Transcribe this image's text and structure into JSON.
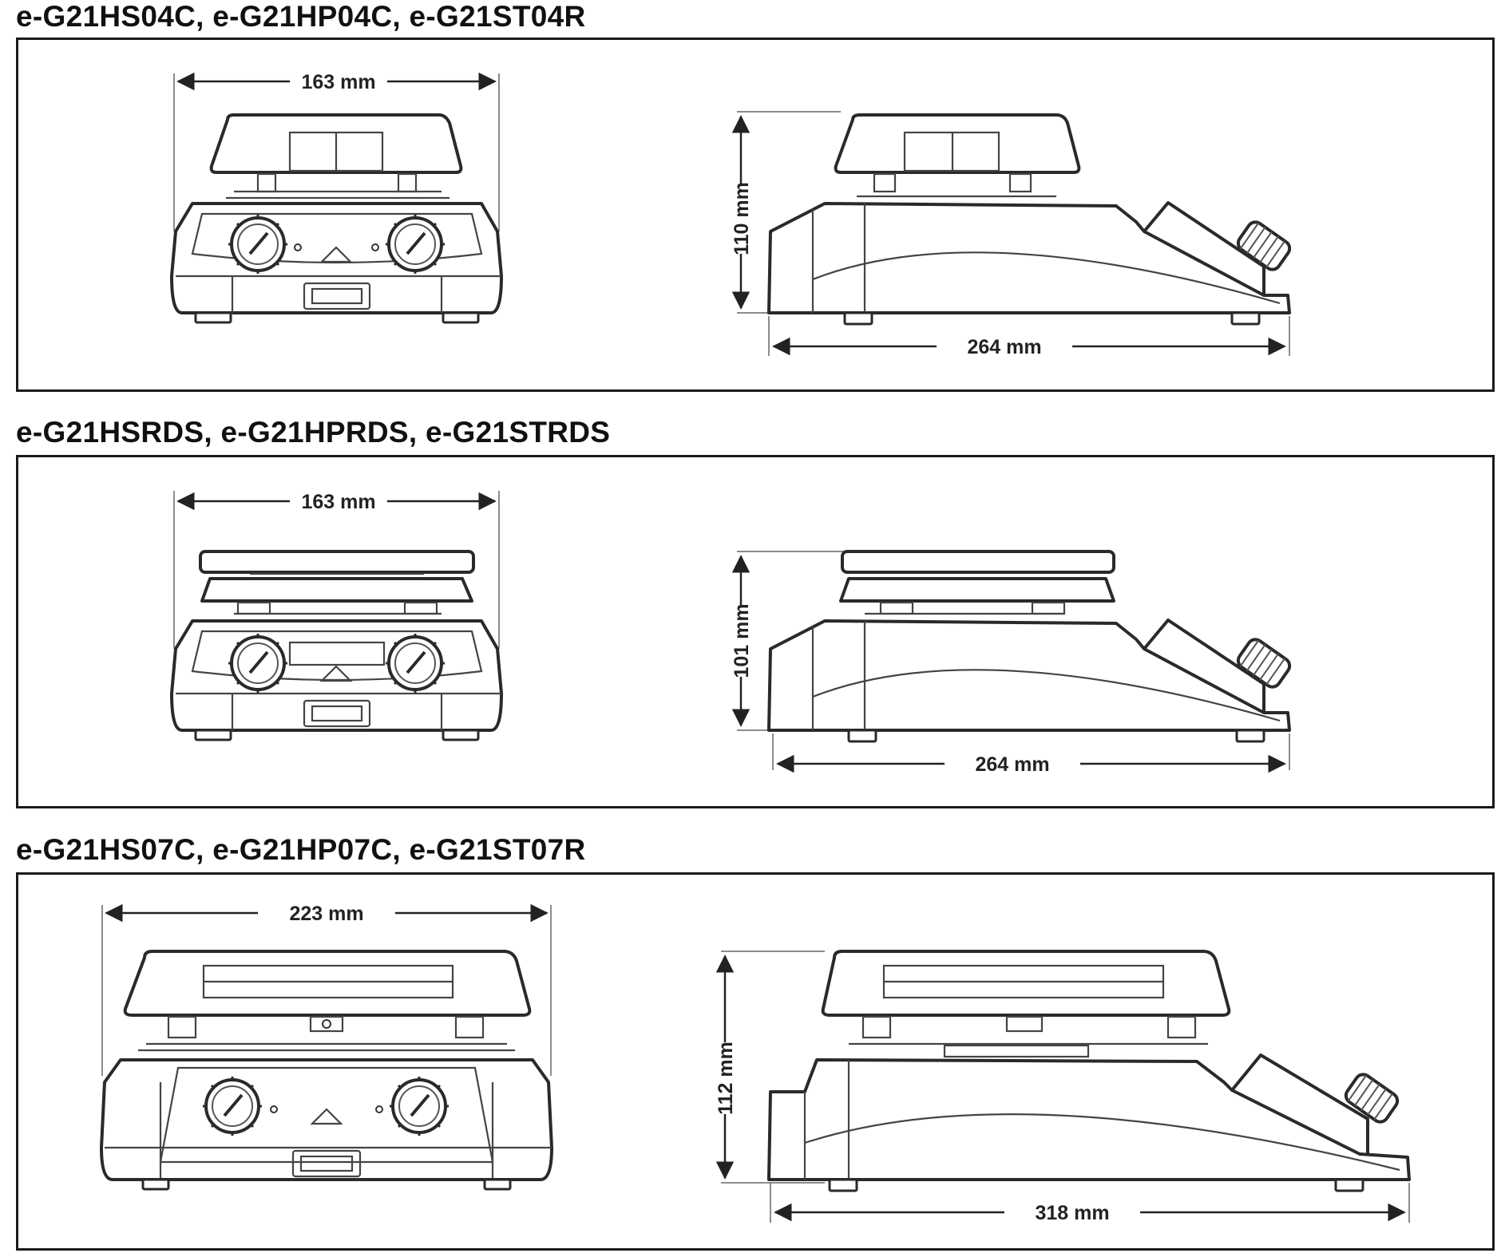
{
  "sections": [
    {
      "heading": "e-G21HS04C, e-G21HP04C, e-G21ST04R",
      "front_width_label": "163 mm",
      "side_height_label": "110 mm",
      "side_depth_label": "264 mm"
    },
    {
      "heading": "e-G21HSRDS, e-G21HPRDS, e-G21STRDS",
      "front_width_label": "163 mm",
      "side_height_label": "101 mm",
      "side_depth_label": "264 mm"
    },
    {
      "heading": "e-G21HS07C, e-G21HP07C, e-G21ST07R",
      "front_width_label": "223 mm",
      "side_height_label": "112 mm",
      "side_depth_label": "318 mm"
    }
  ],
  "colors": {
    "line": "#2a2a2a",
    "border": "#1a1a1a",
    "background": "#ffffff"
  }
}
